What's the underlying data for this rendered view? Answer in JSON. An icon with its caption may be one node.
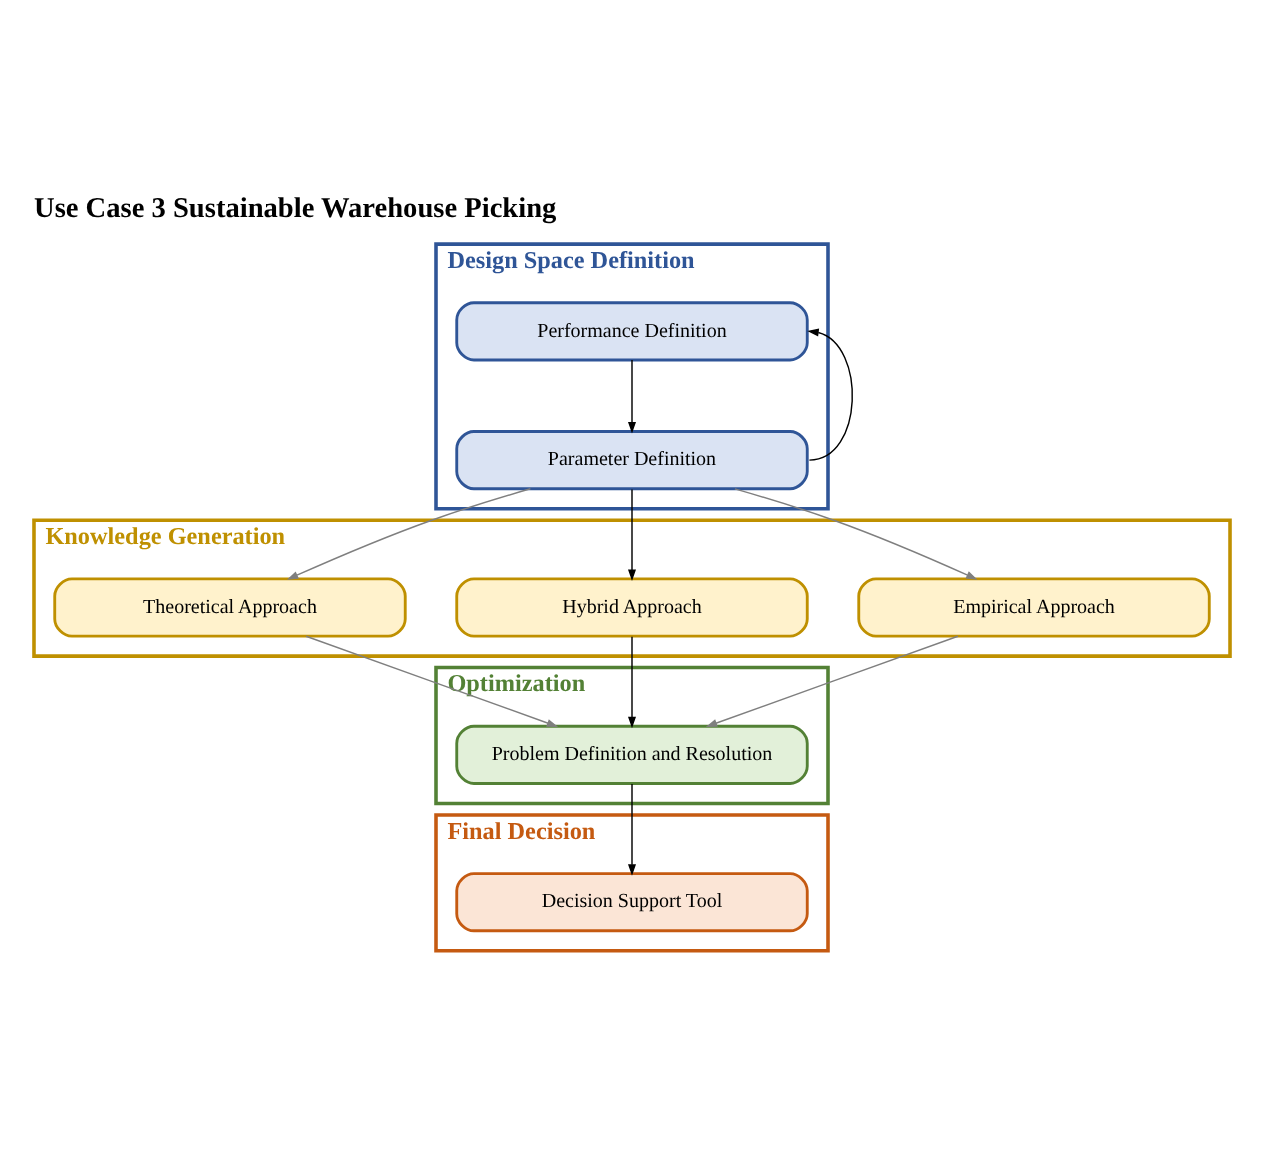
{
  "diagram": {
    "title": "Use Case 3 Sustainable Warehouse Picking",
    "nodes": [
      {
        "text": [
          "Design Space Definition"
        ]
      },
      {
        "text": [
          "Performance Definition"
        ],
        "in": 0
      },
      {
        "text": [
          "Parameter Definition"
        ],
        "in": 0
      },
      {
        "text": [
          "Knowledge Generation"
        ]
      },
      {
        "text": [
          "Theoretical Approach"
        ],
        "in": 3
      },
      {
        "text": [
          "Hybrid Approach"
        ],
        "in": 3
      },
      {
        "text": [
          "Empirical Approach"
        ],
        "in": 3
      },
      {
        "text": [
          "Optimization"
        ]
      },
      {
        "text": [
          "Problem Definition and Resolution"
        ],
        "in": 7
      },
      {
        "text": [
          "Final Decision"
        ]
      },
      {
        "text": [
          "Decision Support Tool"
        ],
        "in": 9
      }
    ],
    "edges": [
      {
        "from": 1,
        "to": 2,
        "arrow": "to"
      },
      {
        "from": 2,
        "to": 1,
        "arrow": "to"
      },
      {
        "from": 2,
        "to": 4,
        "arrow": "to",
        "color": "#7f7f7f"
      },
      {
        "from": 2,
        "to": 5,
        "arrow": "to"
      },
      {
        "from": 2,
        "to": 6,
        "arrow": "to",
        "color": "#7f7f7f"
      },
      {
        "from": 4,
        "to": 8,
        "arrow": "to",
        "color": "#7f7f7f"
      },
      {
        "from": 5,
        "to": 8,
        "arrow": "to"
      },
      {
        "from": 6,
        "to": 8,
        "arrow": "to",
        "color": "#7f7f7f"
      },
      {
        "from": 8,
        "to": 10,
        "arrow": "to"
      }
    ]
  }
}
